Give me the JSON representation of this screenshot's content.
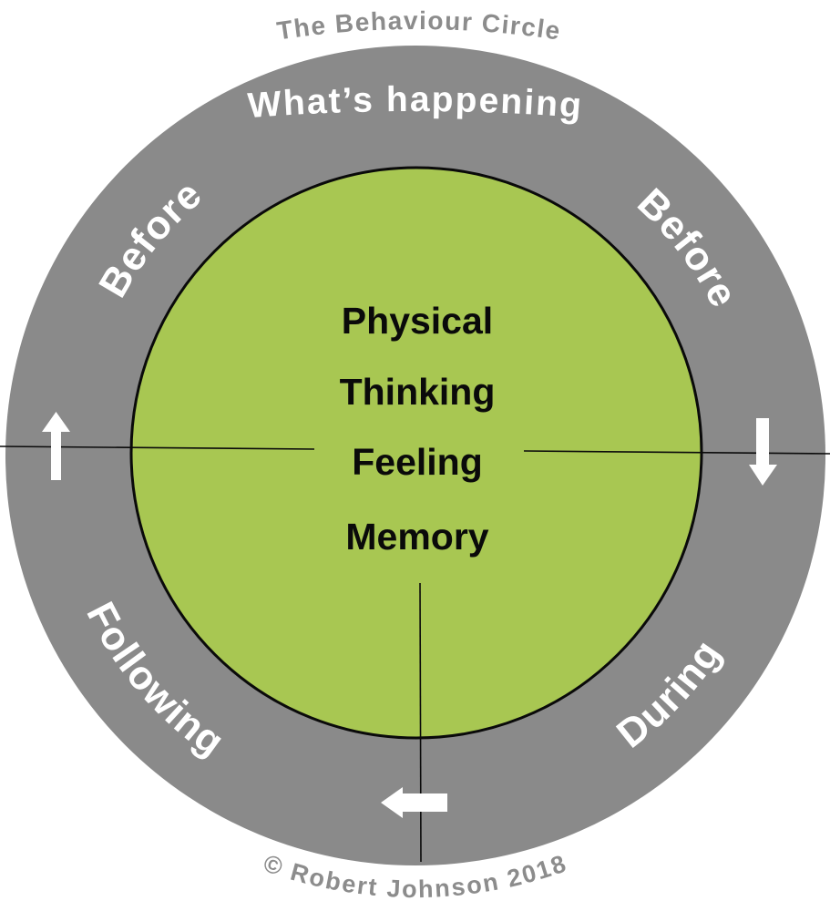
{
  "diagram": {
    "title": "The Behaviour Circle",
    "copyright": "© Robert Johnson 2018",
    "ring": {
      "top_label": "What’s happening",
      "before_left": "Before",
      "before_right": "Before",
      "during": "During",
      "following": "Following"
    },
    "inner_labels": [
      "Physical",
      "Thinking",
      "Feeling",
      "Memory"
    ],
    "arrows": {
      "left_ring": "up",
      "right_ring": "down",
      "bottom_ring": "left"
    },
    "colors": {
      "ring_gray": "#8a8a8a",
      "inner_green": "#a8c752",
      "outline_black": "#0a0a0a",
      "label_white": "#ffffff",
      "muted_text_gray": "#8c8c8c"
    }
  }
}
